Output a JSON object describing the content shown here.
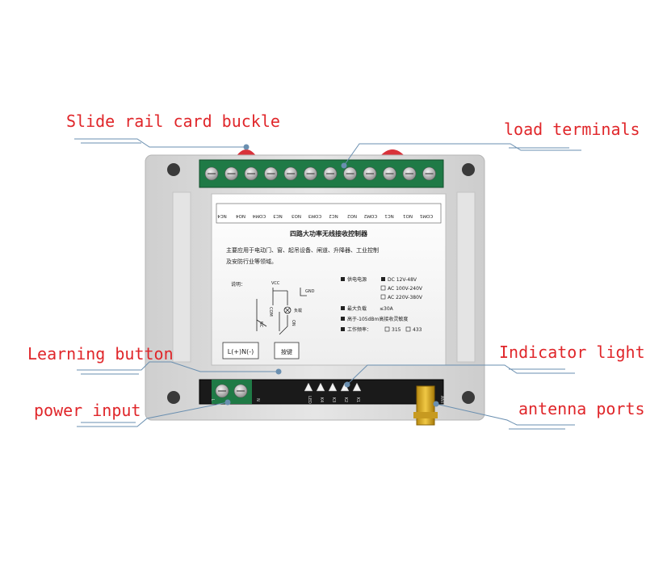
{
  "callouts": {
    "slide_rail": "Slide rail card buckle",
    "load_terminals": "load terminals",
    "learning_button": "Learning button",
    "indicator_light": "Indicator light",
    "power_input": "power input",
    "antenna_ports": "antenna ports"
  },
  "panel": {
    "top_terminal_labels": [
      "NC4",
      "NO4",
      "COM4",
      "NC3",
      "NO3",
      "COM3",
      "NC2",
      "NO2",
      "COM2",
      "NC1",
      "NO1",
      "COM1"
    ],
    "title": "四路大功率无线接收控制器",
    "description_line1": "主要应用于电动门、窗、起吊设备、闸道、升降器、工业控制",
    "description_line2": "及安防行业等领域。",
    "diagram_label": "说明：",
    "diagram_gnd": "GND",
    "diagram_vcc": "VCC",
    "diagram_load": "负载",
    "diagram_nc": "NC",
    "diagram_com": "COM",
    "diagram_on": "ON",
    "spec_power_label": "供电电源",
    "spec_power_dc": "DC 12V-48V",
    "spec_power_ac1": "AC 100V-240V",
    "spec_power_ac2": "AC 220V-380V",
    "spec_load_label": "最大负载",
    "spec_load_value": "≤30A",
    "spec_sensitivity": "高于-105dBm高接收灵敏度",
    "spec_freq_label": "工作频率：",
    "spec_freq_315": "315",
    "spec_freq_433": "433",
    "box_power": "L(+)N(-)",
    "box_learn": "按键",
    "bottom_labels": [
      "L",
      "N",
      "LED",
      "K4",
      "K3",
      "K2",
      "K1",
      "ANT"
    ]
  },
  "colors": {
    "callout_text": "#e0262a",
    "leader_line": "#6a8fb0",
    "terminal_green": "#1f7a46",
    "housing": "#d9d9d9",
    "tab_red": "#d8323a"
  }
}
